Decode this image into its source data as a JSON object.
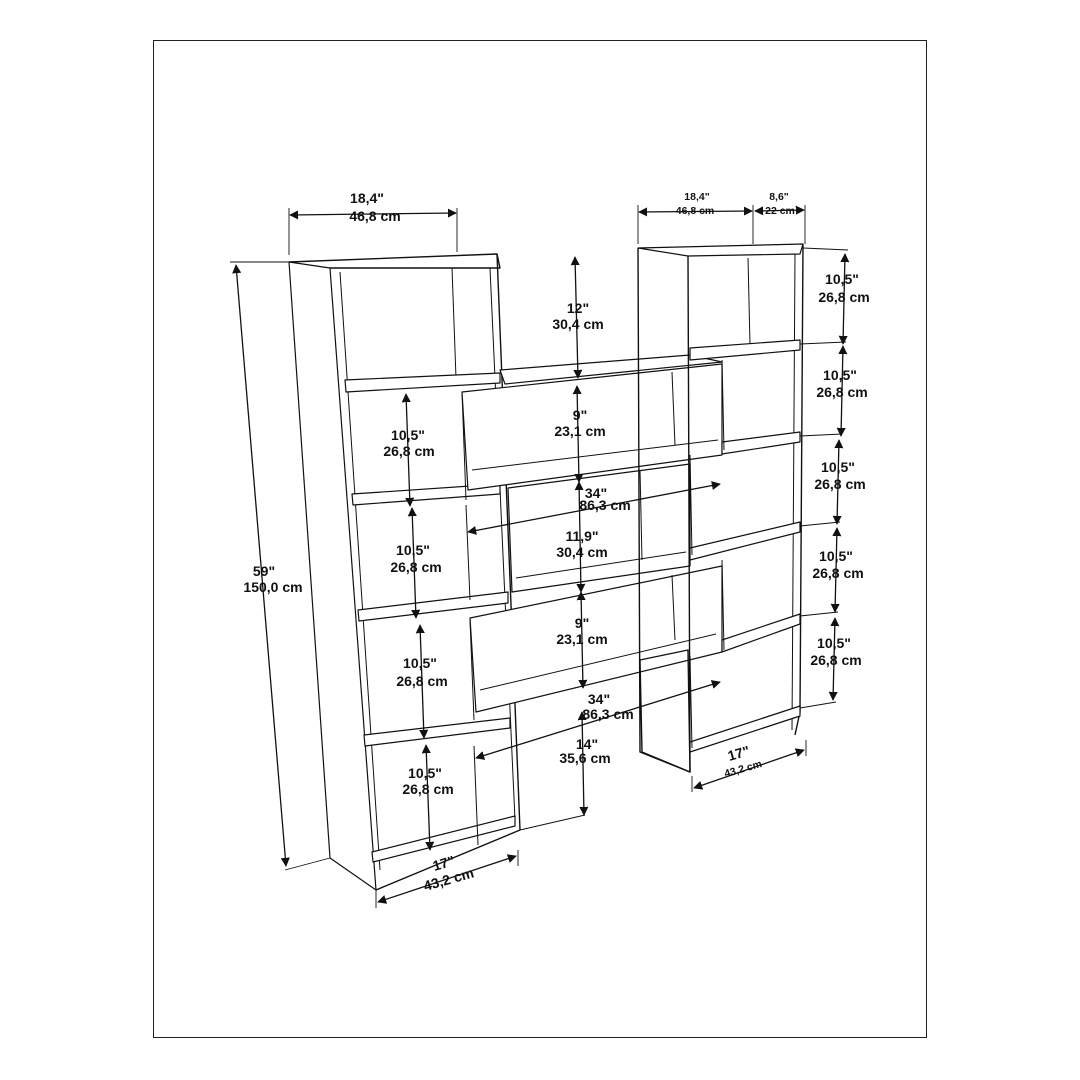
{
  "dimensions": {
    "top_left_width": [
      "18,4\"",
      "46,8 cm"
    ],
    "top_right_width": [
      "18,4\"",
      "46,8 cm"
    ],
    "top_right_depth": [
      "8,6\"",
      "22 cm"
    ],
    "overall_height": [
      "59\"",
      "150,0 cm"
    ],
    "gap_top": [
      "12\"",
      "30,4 cm"
    ],
    "left_shelf_1": [
      "10,5\"",
      "26,8 cm"
    ],
    "left_shelf_2": [
      "10,5\"",
      "26,8 cm"
    ],
    "left_shelf_3": [
      "10,5\"",
      "26,8 cm"
    ],
    "left_shelf_4": [
      "10,5\"",
      "26,8 cm"
    ],
    "mid_shelf_1": [
      "9\"",
      "23,1 cm"
    ],
    "mid_width_1": [
      "34\"",
      "86,3 cm"
    ],
    "mid_shelf_2": [
      "11,9\"",
      "30,4 cm"
    ],
    "mid_shelf_3": [
      "9\"",
      "23,1 cm"
    ],
    "mid_width_2": [
      "34\"",
      "86,3 cm"
    ],
    "gap_bottom": [
      "14\"",
      "35,6 cm"
    ],
    "right_shelf_1": [
      "10,5\"",
      "26,8 cm"
    ],
    "right_shelf_2": [
      "10,5\"",
      "26,8 cm"
    ],
    "right_shelf_3": [
      "10,5\"",
      "26,8 cm"
    ],
    "right_shelf_4": [
      "10,5\"",
      "26,8 cm"
    ],
    "right_shelf_5": [
      "10,5\"",
      "26,8 cm"
    ],
    "bottom_left_width": [
      "17\"",
      "43,2 cm"
    ],
    "bottom_right_width": [
      "17\"",
      "43,2 cm"
    ]
  }
}
